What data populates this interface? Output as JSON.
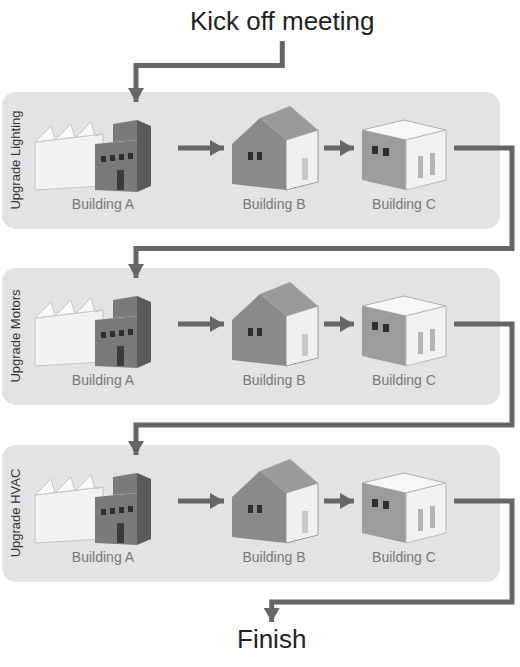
{
  "diagram": {
    "nodes": [
      {
        "text": [
          "Kick off meeting"
        ]
      },
      {
        "text": [
          "Upgrade Lighting"
        ]
      },
      {
        "text": [
          "Building A"
        ],
        "in": 1
      },
      {
        "text": [
          "Building B"
        ],
        "in": 1
      },
      {
        "text": [
          "Building C"
        ],
        "in": 1
      },
      {
        "text": [
          "Upgrade Motors"
        ]
      },
      {
        "text": [
          "Building A"
        ],
        "in": 5
      },
      {
        "text": [
          "Building B"
        ],
        "in": 5
      },
      {
        "text": [
          "Building C"
        ],
        "in": 5
      },
      {
        "text": [
          "Upgrade HVAC"
        ]
      },
      {
        "text": [
          "Building A"
        ],
        "in": 9
      },
      {
        "text": [
          "Building B"
        ],
        "in": 9
      },
      {
        "text": [
          "Building C"
        ],
        "in": 9
      },
      {
        "text": [
          "Finish"
        ]
      }
    ],
    "edges": [
      {
        "from": 0,
        "to": 2,
        "arrow": "to"
      },
      {
        "from": 2,
        "to": 3,
        "arrow": "to"
      },
      {
        "from": 3,
        "to": 4,
        "arrow": "to"
      },
      {
        "from": 4,
        "to": 6,
        "arrow": "to"
      },
      {
        "from": 6,
        "to": 7,
        "arrow": "to"
      },
      {
        "from": 7,
        "to": 8,
        "arrow": "to"
      },
      {
        "from": 8,
        "to": 10,
        "arrow": "to"
      },
      {
        "from": 10,
        "to": 11,
        "arrow": "to"
      },
      {
        "from": 11,
        "to": 12,
        "arrow": "to"
      },
      {
        "from": 12,
        "to": 13,
        "arrow": "to"
      }
    ]
  }
}
